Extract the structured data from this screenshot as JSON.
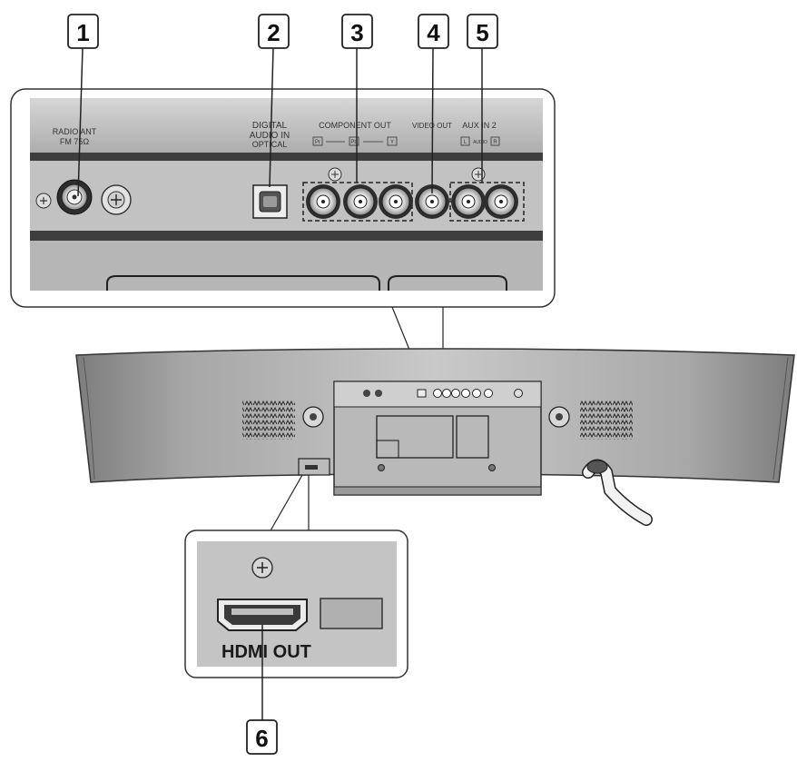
{
  "callouts": {
    "c1": "1",
    "c2": "2",
    "c3": "3",
    "c4": "4",
    "c5": "5",
    "c6": "6"
  },
  "panel": {
    "radio_ant_line1": "RADIO ANT",
    "radio_ant_line2": "FM 75Ω",
    "digital_line1": "DIGITAL",
    "digital_line2": "AUDIO IN",
    "digital_line3": "OPTICAL",
    "component_out": "COMPONENT OUT",
    "comp_pr": "Pr",
    "comp_pb": "Pb",
    "comp_y": "Y",
    "video_out": "VIDEO OUT",
    "aux_in": "AUX IN 2",
    "aux_l": "L",
    "aux_audio": "AUDIO",
    "aux_r": "R"
  },
  "hdmi": {
    "label": "HDMI OUT"
  },
  "colors": {
    "panel_dark": "#4a4a4a",
    "panel_mid": "#b5b5b5",
    "panel_light": "#c8c8c8",
    "line": "#222222"
  }
}
